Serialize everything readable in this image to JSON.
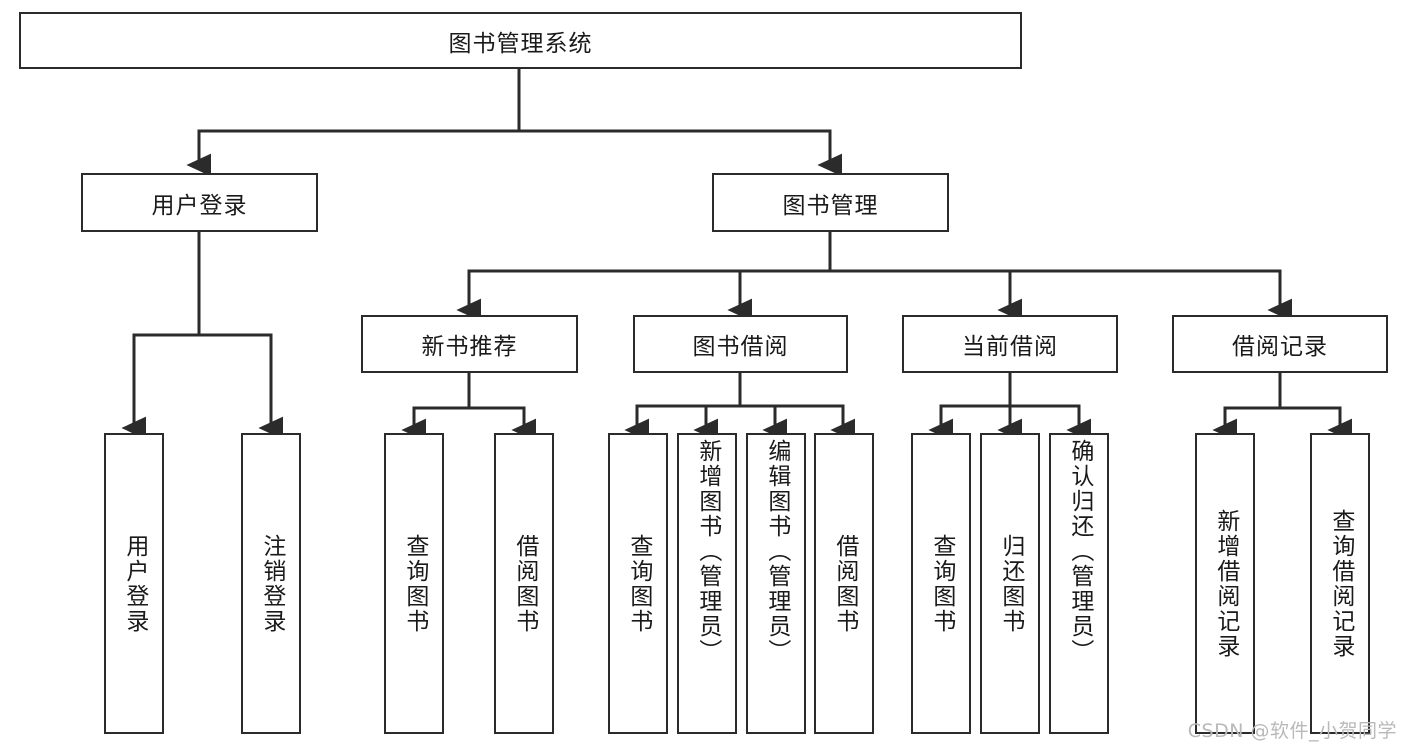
{
  "diagram": {
    "title": "图书管理系统",
    "watermark": "CSDN @软件_小贺同学",
    "line_color": "#2b2b2b",
    "box_fill": "#ffffff",
    "text_color": "#1a1a1a",
    "watermark_color": "#b9b9b9",
    "root": {
      "label": "图书管理系统"
    },
    "level2": [
      {
        "label": "用户登录"
      },
      {
        "label": "图书管理"
      }
    ],
    "level3": [
      {
        "label": "新书推荐"
      },
      {
        "label": "图书借阅"
      },
      {
        "label": "当前借阅"
      },
      {
        "label": "借阅记录"
      }
    ],
    "leaves": {
      "user_login": [
        {
          "label": "用户登录"
        },
        {
          "label": "注销登录"
        }
      ],
      "new_book": [
        {
          "label": "查询图书"
        },
        {
          "label": "借阅图书"
        }
      ],
      "borrow": [
        {
          "label": "查询图书"
        },
        {
          "label": "新增图书（管理员）"
        },
        {
          "label": "编辑图书（管理员）"
        },
        {
          "label": "借阅图书"
        }
      ],
      "current": [
        {
          "label": "查询图书"
        },
        {
          "label": "归还图书"
        },
        {
          "label": "确认归还（管理员）"
        }
      ],
      "records": [
        {
          "label": "新增借阅记录"
        },
        {
          "label": "查询借阅记录"
        }
      ]
    }
  }
}
